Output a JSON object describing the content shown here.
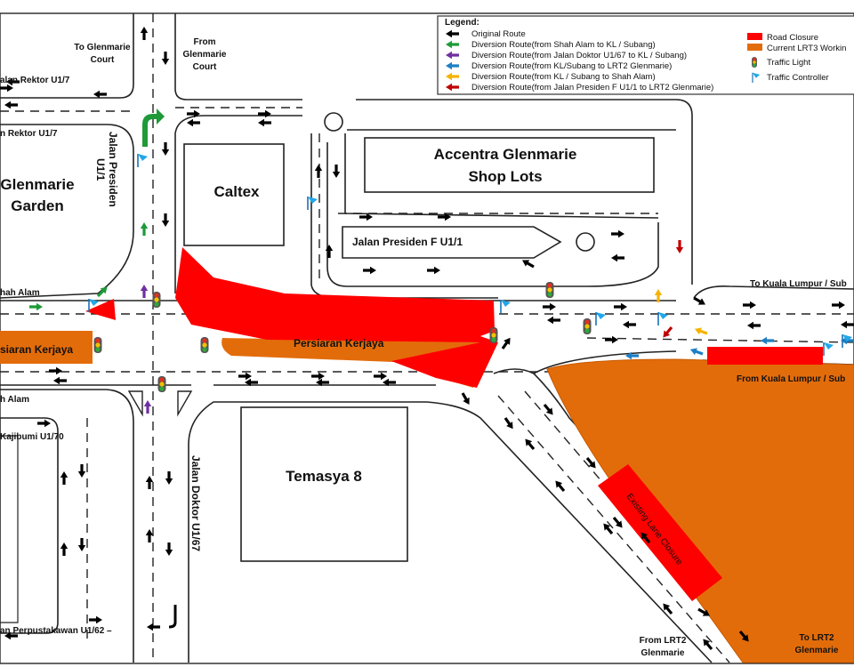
{
  "map": {
    "road_labels": {
      "to_glenmarie_court": [
        "To Glenmarie",
        "Court"
      ],
      "from_glenmarie_court": [
        "From",
        "Glenmarie",
        "Court"
      ],
      "jalan_rektor_top": "alan Rektor U1/7",
      "jalan_rektor_second": "n Rektor U1/7",
      "jalan_presiden_u11": [
        "Jalan Presiden",
        "U1/1"
      ],
      "glenmarie_garden": [
        "Glenmarie",
        "Garden"
      ],
      "caltex": "Caltex",
      "accentra": [
        "Accentra Glenmarie",
        "Shop Lots"
      ],
      "jalan_presiden_f": "Jalan Presiden F U1/1",
      "shah_alam_upper": "hah Alam",
      "persiaran_kerjaya_left": "siaran Kerjaya",
      "persiaran_kerjaya_center": "Persiaran Kerjaya",
      "shah_alam_lower": "h Alam",
      "kajibumi": "Kajibumi U1/70",
      "temasya": "Temasya 8",
      "jalan_doktor": "Jalan Doktor U1/67",
      "jalan_perpustakawan": "an Perpustakawan U1/62 –",
      "to_kuala_lumpur": "To Kuala Lumpur / Sub",
      "from_kuala_lumpur": "From Kuala Lumpur / Sub",
      "existing_lane_closure": "Existing Lane Closure",
      "from_lrt2": [
        "From LRT2",
        "Glenmarie"
      ],
      "to_lrt2": [
        "To LRT2",
        "Glenmarie"
      ]
    },
    "colors": {
      "road_closure": "#ff0000",
      "lrt3_works": "#e36c0a",
      "original_route": "#000000",
      "diversion_shah_alam": "#1e9a38",
      "diversion_doktor": "#7030a0",
      "diversion_kl_subang": "#1f7fc4",
      "diversion_kl_to_shah_alam": "#f6b300",
      "diversion_presiden_f": "#c00000",
      "traffic_controller": "#22a7e8"
    }
  },
  "legend": {
    "title": "Legend:",
    "routes": [
      {
        "icon": "black-arrow-icon",
        "color": "#000000",
        "label": "Original Route"
      },
      {
        "icon": "green-arrow-icon",
        "color": "#1e9a38",
        "label": "Diversion Route(from Shah Alam to KL / Subang)"
      },
      {
        "icon": "purple-arrow-icon",
        "color": "#7030a0",
        "label": "Diversion Route(from Jalan Doktor U1/67 to KL / Subang)"
      },
      {
        "icon": "blue-arrow-icon",
        "color": "#1f7fc4",
        "label": "Diversion Route(from KL/Subang to LRT2 Glenmarie)"
      },
      {
        "icon": "yellow-arrow-icon",
        "color": "#f6b300",
        "label": "Diversion Route(from KL / Subang to Shah Alam)"
      },
      {
        "icon": "red-arrow-icon",
        "color": "#c00000",
        "label": "Diversion Route(from Jalan Presiden F U1/1 to LRT2 Glenmarie)"
      }
    ],
    "markers": [
      {
        "icon": "road-closure-swatch-icon",
        "label": "Road Closure"
      },
      {
        "icon": "lrt3-works-swatch-icon",
        "label": "Current LRT3 Workin"
      },
      {
        "icon": "traffic-light-icon",
        "label": "Traffic Light"
      },
      {
        "icon": "traffic-controller-flag-icon",
        "label": "Traffic Controller"
      }
    ]
  }
}
